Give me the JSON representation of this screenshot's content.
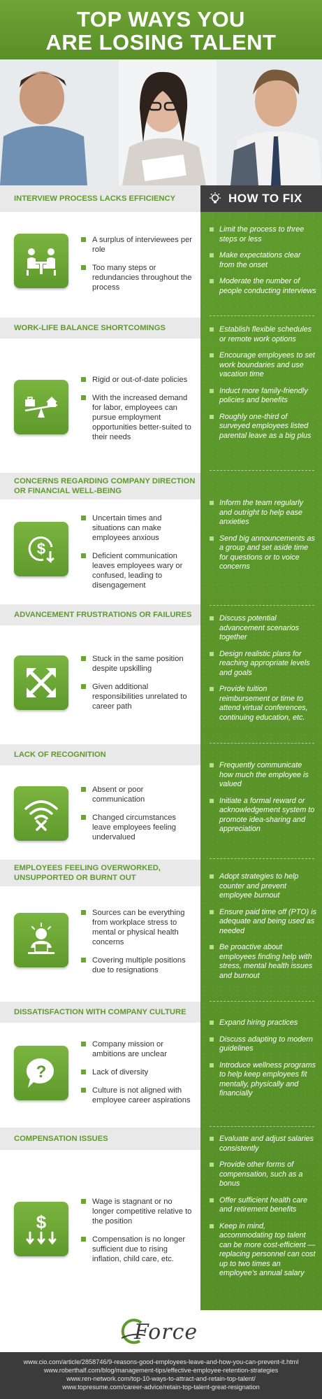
{
  "header": {
    "title_line1": "TOP WAYS YOU",
    "title_line2": "ARE LOSING TALENT"
  },
  "how_to_fix": {
    "label": "HOW TO FIX",
    "icon": "lightbulb-icon"
  },
  "sections": [
    {
      "title": "INTERVIEW PROCESS LACKS EFFICIENCY",
      "icon": "interview-desk-icon",
      "causes": [
        "A surplus of interviewees per role",
        "Too many steps or redundancies throughout the process"
      ],
      "fixes": [
        "Limit the process to three steps or less",
        "Make expectations clear from the onset",
        "Moderate the number of people conducting interviews"
      ]
    },
    {
      "title": "WORK-LIFE BALANCE SHORTCOMINGS",
      "icon": "balance-scale-icon",
      "causes": [
        "Rigid or out-of-date policies",
        "With the increased demand for labor, employees can pursue employment opportunities better-suited to their needs"
      ],
      "fixes": [
        "Establish flexible schedules or remote work options",
        "Encourage employees to set work boundaries and use vacation time",
        "Induct more family-friendly policies and benefits",
        "Roughly one-third of surveyed employees listed parental leave as a big plus"
      ]
    },
    {
      "title": "CONCERNS REGARDING COMPANY DIRECTION OR FINANCIAL WELL-BEING",
      "icon": "dollar-decline-icon",
      "causes": [
        "Uncertain times and situations can make employees anxious",
        "Deficient communication leaves employees wary or confused, leading to disengagement"
      ],
      "fixes": [
        "Inform the team regularly and outright to help ease anxieties",
        "Send big announcements as a group and set aside time for questions or to voice concerns"
      ]
    },
    {
      "title": "ADVANCEMENT FRUSTRATIONS OR FAILURES",
      "icon": "crossed-arrows-icon",
      "causes": [
        "Stuck in the same position despite upskilling",
        "Given additional responsibilities unrelated to career path"
      ],
      "fixes": [
        "Discuss potential advancement scenarios together",
        "Design realistic plans for reaching appropriate levels and goals",
        "Provide tuition reimbursement or time to attend virtual conferences, continuing education, etc."
      ]
    },
    {
      "title": "LACK OF RECOGNITION",
      "icon": "no-signal-icon",
      "causes": [
        "Absent or poor communication",
        "Changed circumstances leave employees feeling undervalued"
      ],
      "fixes": [
        "Frequently communicate how much the employee is valued",
        "Initiate a formal reward or acknowledgement system to promote idea-sharing and appreciation"
      ]
    },
    {
      "title": "EMPLOYEES FEELING OVERWORKED, UNSUPPORTED OR BURNT OUT",
      "icon": "stressed-worker-icon",
      "causes": [
        "Sources can be everything from workplace stress to mental or physical health concerns",
        "Covering multiple positions due to resignations"
      ],
      "fixes": [
        "Adopt strategies to help counter and prevent employee burnout",
        "Ensure paid time off (PTO) is adequate and being used as needed",
        "Be proactive about employees finding help with stress, mental health issues and burnout"
      ]
    },
    {
      "title": "DISSATISFACTION WITH COMPANY CULTURE",
      "icon": "question-bubble-icon",
      "causes": [
        "Company mission or ambitions are unclear",
        "Lack of diversity",
        "Culture is not aligned with employee career aspirations"
      ],
      "fixes": [
        "Expand hiring practices",
        "Discuss adapting to modern guidelines",
        "Introduce wellness programs to help keep employees fit mentally, physically and financially"
      ]
    },
    {
      "title": "COMPENSATION ISSUES",
      "icon": "dollar-arrows-icon",
      "causes": [
        "Wage is stagnant or no longer competitive relative to the position",
        "Compensation is no longer sufficient due to rising inflation, child care, etc."
      ],
      "fixes": [
        "Evaluate and adjust salaries consistently",
        "Provide other forms of compensation, such as a bonus",
        "Offer sufficient health care and retirement benefits",
        "Keep in mind, accommodating top talent can be more cost-efficient — replacing personnel can cost up to two times an employee's annual salary"
      ]
    }
  ],
  "logo": {
    "text": "Force",
    "icon": "cforce-logo"
  },
  "sources": [
    "www.cio.com/article/2858746/9-reasons-good-employees-leave-and-how-you-can-prevent-it.html",
    "www.roberthalf.com/blog/management-tips/effective-employee-retention-strategies",
    "www.ren-network.com/top-10-ways-to-attract-and-retain-top-talent/",
    "www.topresume.com/career-advice/retain-top-talent-great-resignation"
  ],
  "colors": {
    "brand_green": "#5e9a2c",
    "light_green": "#7bb43f",
    "dark_bar": "#3f3f3f",
    "footer": "#3b3b3b"
  }
}
